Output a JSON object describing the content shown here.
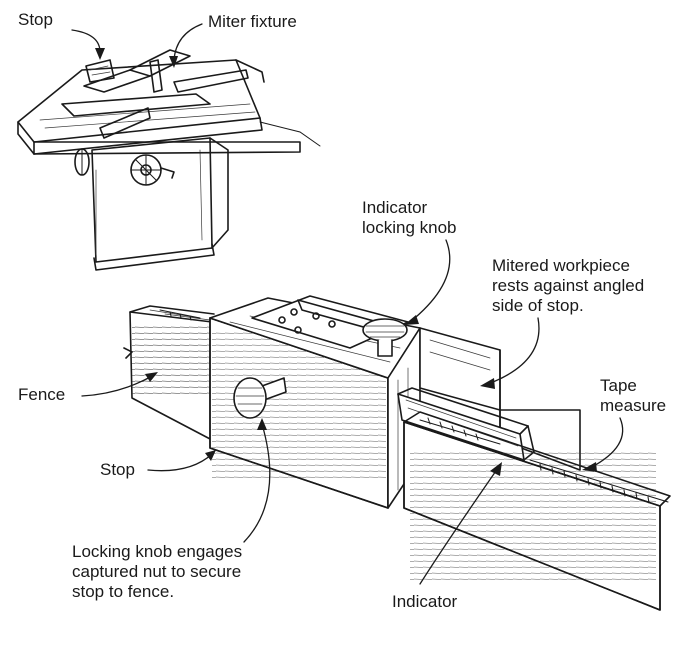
{
  "labels": {
    "stop_top": "Stop",
    "miter_fixture": "Miter fixture",
    "indicator_locking_knob": [
      "Indicator",
      "locking knob"
    ],
    "mitered_workpiece": [
      "Mitered workpiece",
      "rests against angled",
      "side of stop."
    ],
    "fence": "Fence",
    "tape_measure": [
      "Tape",
      "measure"
    ],
    "stop": "Stop",
    "locking_knob_note": [
      "Locking knob engages",
      "captured nut to secure",
      "stop to fence."
    ],
    "indicator": "Indicator"
  },
  "colors": {
    "ink": "#1a1a1a",
    "paper": "#ffffff"
  }
}
